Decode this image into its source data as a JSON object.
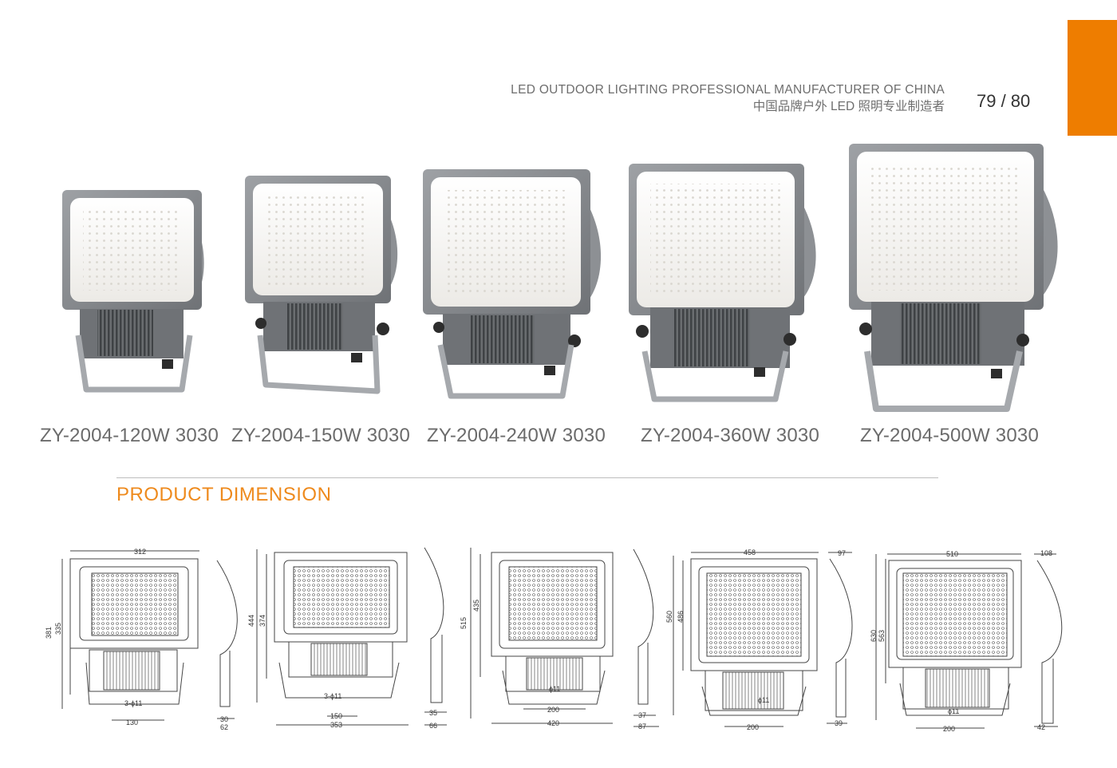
{
  "header": {
    "tagline_en": "LED OUTDOOR LIGHTING PROFESSIONAL MANUFACTURER OF CHINA",
    "tagline_cn": "中国品牌户外 LED 照明专业制造者",
    "page_number": "79 / 80",
    "accent_color": "#ee7d00"
  },
  "products": [
    {
      "model": "ZY-2004-120W 3030"
    },
    {
      "model": "ZY-2004-150W 3030"
    },
    {
      "model": "ZY-2004-240W 3030"
    },
    {
      "model": "ZY-2004-360W 3030"
    },
    {
      "model": "ZY-2004-500W 3030"
    }
  ],
  "dimension_section": {
    "title": "PRODUCT DIMENSION",
    "title_color": "#ee8a1d"
  },
  "drawings": [
    {
      "width": "312",
      "height_total": "381",
      "height_body": "335",
      "mount": "3-ϕ11",
      "mount_spacing": "130",
      "side_a": "30",
      "side_b": "62"
    },
    {
      "height_total": "444",
      "height_body": "374",
      "mount": "3-ϕ11",
      "mount_spacing": "150",
      "width_total": "353",
      "side_a": "35",
      "side_b": "66"
    },
    {
      "height_total": "515",
      "height_body": "435",
      "mount": "ϕ11",
      "mount_spacing": "200",
      "width_total": "420",
      "side_a": "37",
      "side_b": "87"
    },
    {
      "width": "458",
      "depth": "97",
      "height_total": "560",
      "height_body": "486",
      "mount": "ϕ11",
      "mount_spacing": "200",
      "side_a": "39"
    },
    {
      "width": "510",
      "depth": "108",
      "height_total": "630",
      "height_body": "563",
      "mount": "ϕ11",
      "mount_spacing": "200",
      "side_a": "42"
    }
  ]
}
